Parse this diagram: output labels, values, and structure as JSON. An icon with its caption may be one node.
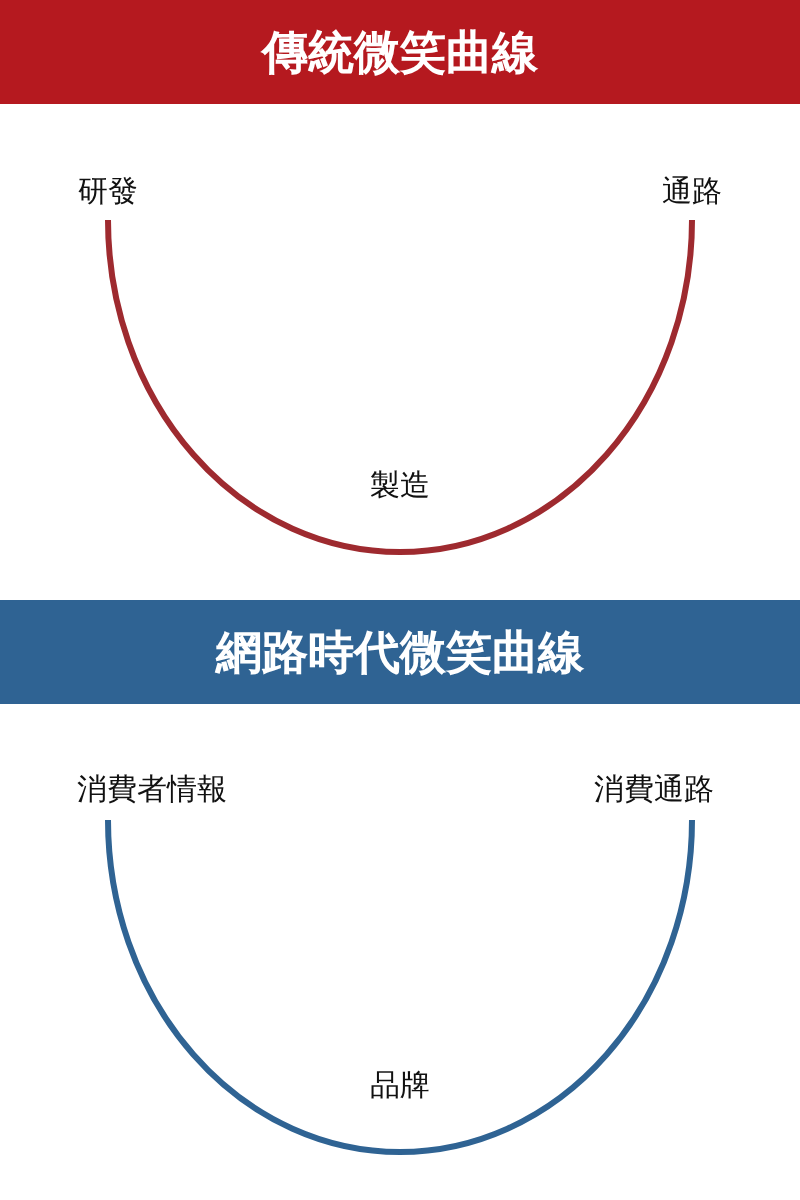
{
  "diagram": {
    "nodes": [
      {
        "text": [
          "傳統微笑曲線"
        ]
      },
      {
        "text": [
          "網路時代微笑曲線"
        ]
      }
    ],
    "labels": [
      "研發",
      "通路",
      "製造",
      "消費者情報",
      "消費通路",
      "品牌"
    ]
  }
}
